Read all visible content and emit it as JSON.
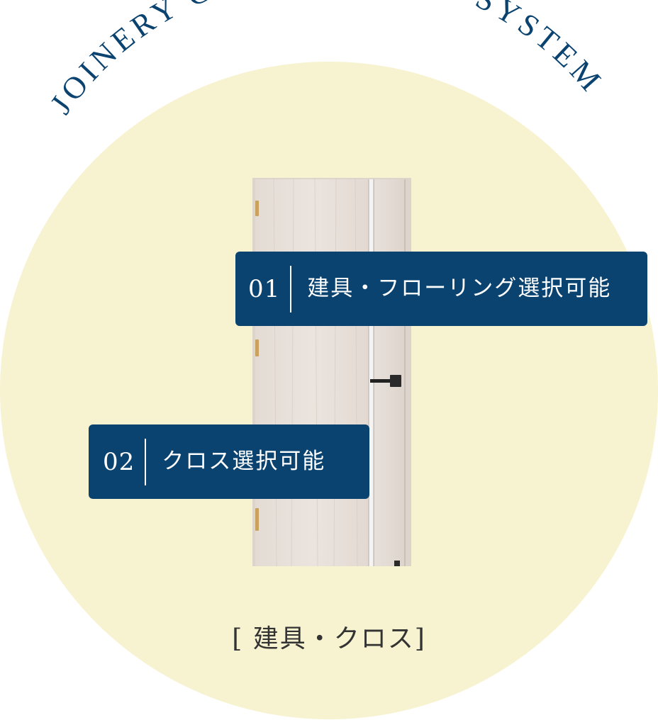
{
  "heading": {
    "text": "JOINERY COLOR SELECT SYSTEM",
    "color": "#0a4370"
  },
  "background": {
    "circle_color": "#f7f2cf"
  },
  "badges": [
    {
      "number": "01",
      "text": "建具・フローリング選択可能",
      "color": "#0a4370"
    },
    {
      "number": "02",
      "text": "クロス選択可能",
      "color": "#0a4370"
    }
  ],
  "caption": {
    "text": "[ 建具・クロス]"
  }
}
